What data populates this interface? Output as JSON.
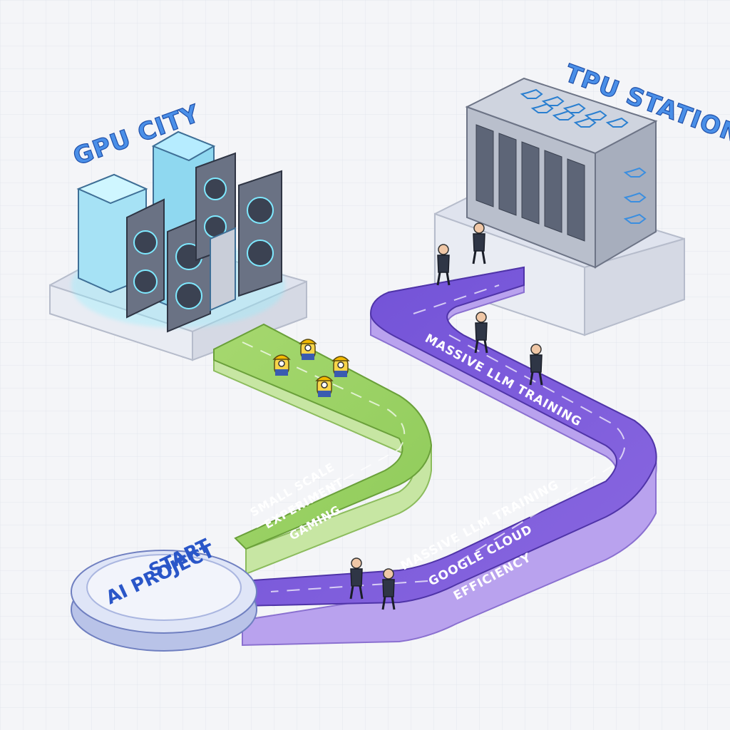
{
  "gpu_city": {
    "title": "GPU CITY"
  },
  "tpu_station": {
    "title": "TPU STATION"
  },
  "start": {
    "line1": "START",
    "line2": "AI PROJECT"
  },
  "green_path": {
    "line1": "SMALL SCALE",
    "line2": "EXPERIMENT",
    "line3": "GAMING"
  },
  "purple_path": {
    "upper_label": "MASSIVE LLM TRAINING",
    "lower_line1": "MASSIVE LLM TRAINING",
    "lower_line2": "GOOGLE CLOUD",
    "lower_line3": "EFFICIENCY"
  },
  "colors": {
    "green_path": "#9fd46a",
    "purple_path": "#7a5ad8",
    "glow_blue": "#4a8fe8",
    "platform": "#e6e9f2"
  }
}
